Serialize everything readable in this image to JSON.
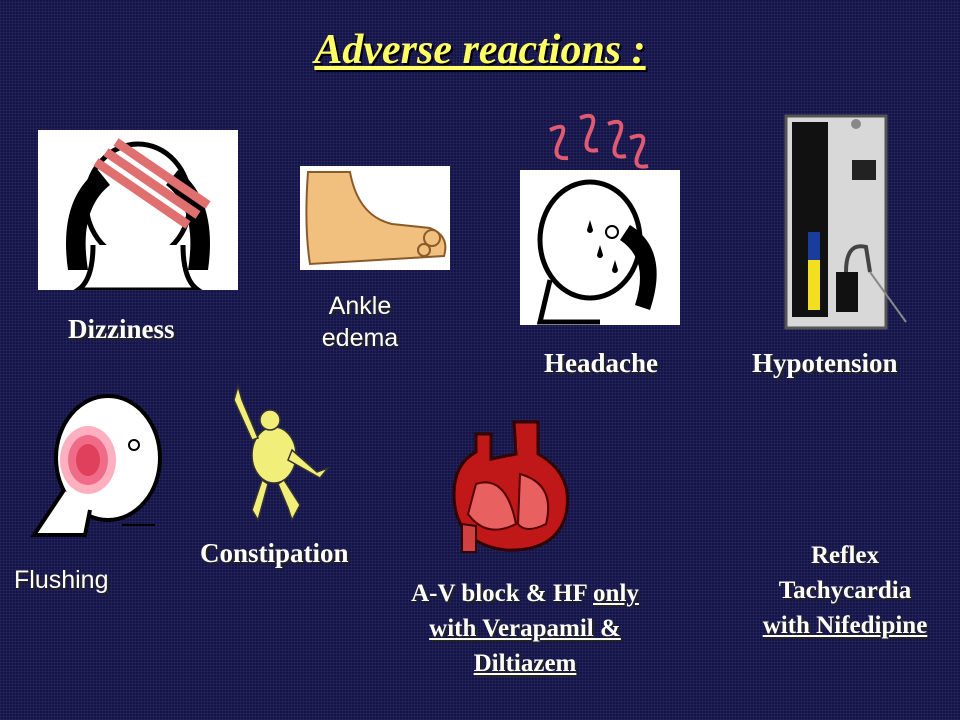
{
  "title": "Adverse reactions :",
  "labels": {
    "dizziness": "Dizziness",
    "ankle_edema_line1": "Ankle",
    "ankle_edema_line2": "edema",
    "headache": "Headache",
    "hypotension": "Hypotension",
    "flushing": "Flushing",
    "constipation": "Constipation",
    "av_block": {
      "part1": "A-V block & HF ",
      "part2": "only",
      "line2": "with Verapamil &",
      "line3": "Diltiazem"
    },
    "reflex": {
      "line1": "Reflex",
      "line2": "Tachycardia",
      "line3": "with Nifedipine"
    }
  },
  "colors": {
    "title": "#ffff66",
    "text": "#ffffff",
    "background": "#14144a"
  }
}
